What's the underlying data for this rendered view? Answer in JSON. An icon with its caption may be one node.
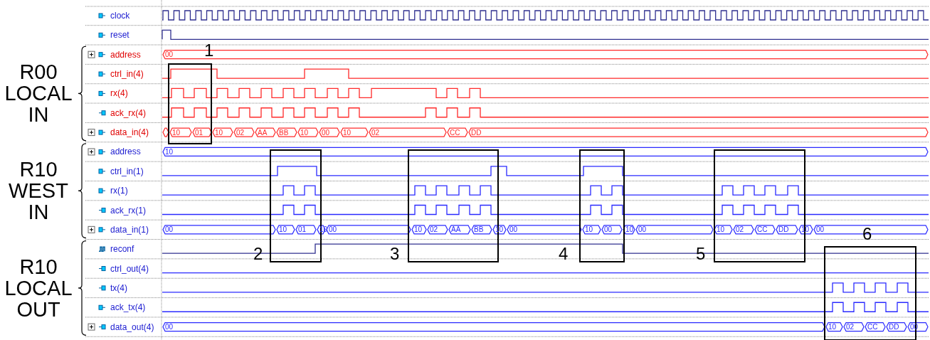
{
  "diagram": {
    "labels": [
      "clock",
      "reset",
      "R00 LOCAL IN",
      "address",
      "ctrl_in(4)",
      "rx(4)",
      "ack_rx(4)",
      "data_in(4)",
      "R10 WEST IN",
      "address",
      "ctrl_in(1)",
      "rx(1)",
      "ack_rx(1)",
      "data_in(1)",
      "R10 LOCAL OUT",
      "reconf",
      "ctrl_out(4)",
      "tx(4)",
      "ack_tx(4)",
      "data_out(4)",
      "00",
      "10",
      "01",
      "10",
      "02",
      "AA",
      "BB",
      "10",
      "00",
      "10",
      "02",
      "CC",
      "DD",
      "10",
      "00",
      "10",
      "01",
      "10",
      "00",
      "10",
      "02",
      "AA",
      "BB",
      "10",
      "00",
      "10",
      "00",
      "10",
      "00",
      "10",
      "02",
      "CC",
      "DD",
      "10",
      "00",
      "00",
      "10",
      "02",
      "CC",
      "DD",
      "00",
      "1",
      "2",
      "3",
      "4",
      "5",
      "6"
    ]
  }
}
